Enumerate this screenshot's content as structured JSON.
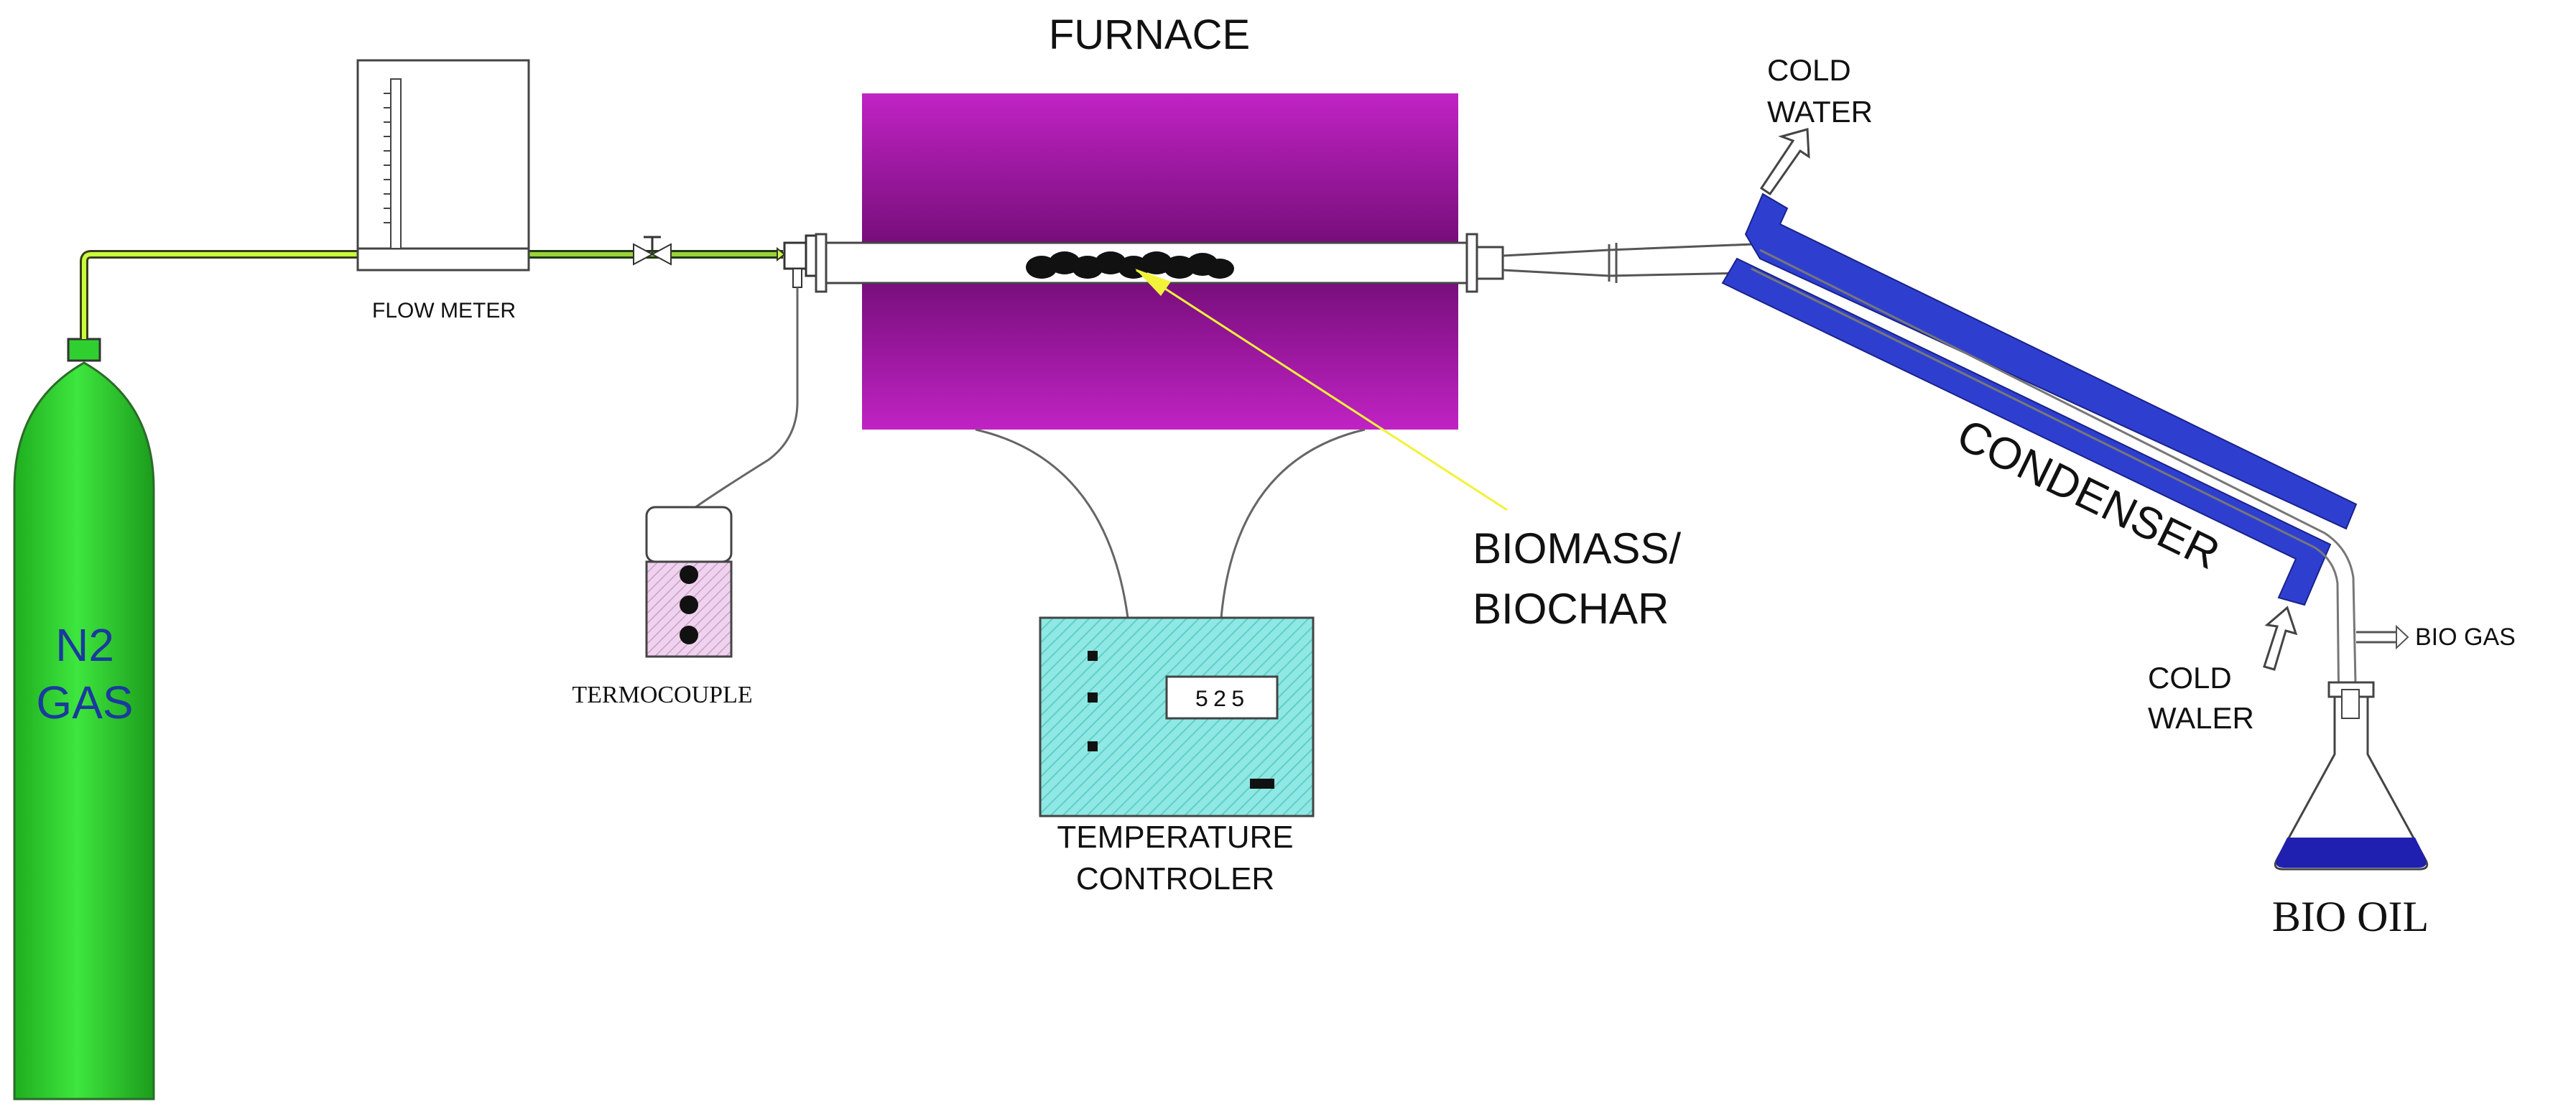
{
  "labels": {
    "furnace": "FURNACE",
    "flow_meter": "FLOW METER",
    "n2_line1": "N2",
    "n2_line2": "GAS",
    "termocouple": "TERMOCOUPLE",
    "biomass_line1": "BIOMASS/",
    "biomass_line2": "BIOCHAR",
    "temp_ctrl_line1": "TEMPERATURE",
    "temp_ctrl_line2": "CONTROLER",
    "controller_display": "525",
    "cold_water_top_line1": "COLD",
    "cold_water_top_line2": "WATER",
    "condenser": "CONDENSER",
    "cold_water_bottom_line1": "COLD",
    "cold_water_bottom_line2": "WALER",
    "bio_gas": "BIO GAS",
    "bio_oil": "BIO OIL"
  },
  "colors": {
    "cylinder": "#2fcf2f",
    "gas_line": "#c8ff3c",
    "furnace": "#b21bb5",
    "furnace_dark": "#7a0f7d",
    "condenser": "#2e3fd0",
    "controller": "#7fe3de",
    "vial_liquid": "#e8c6e6",
    "bio_oil": "#1f1fb0",
    "pointer": "#f2f23a"
  },
  "icons": {
    "valve": "valve-icon",
    "arrow_out": "arrow-up-right-icon",
    "arrow_in": "arrow-up-right-icon"
  }
}
